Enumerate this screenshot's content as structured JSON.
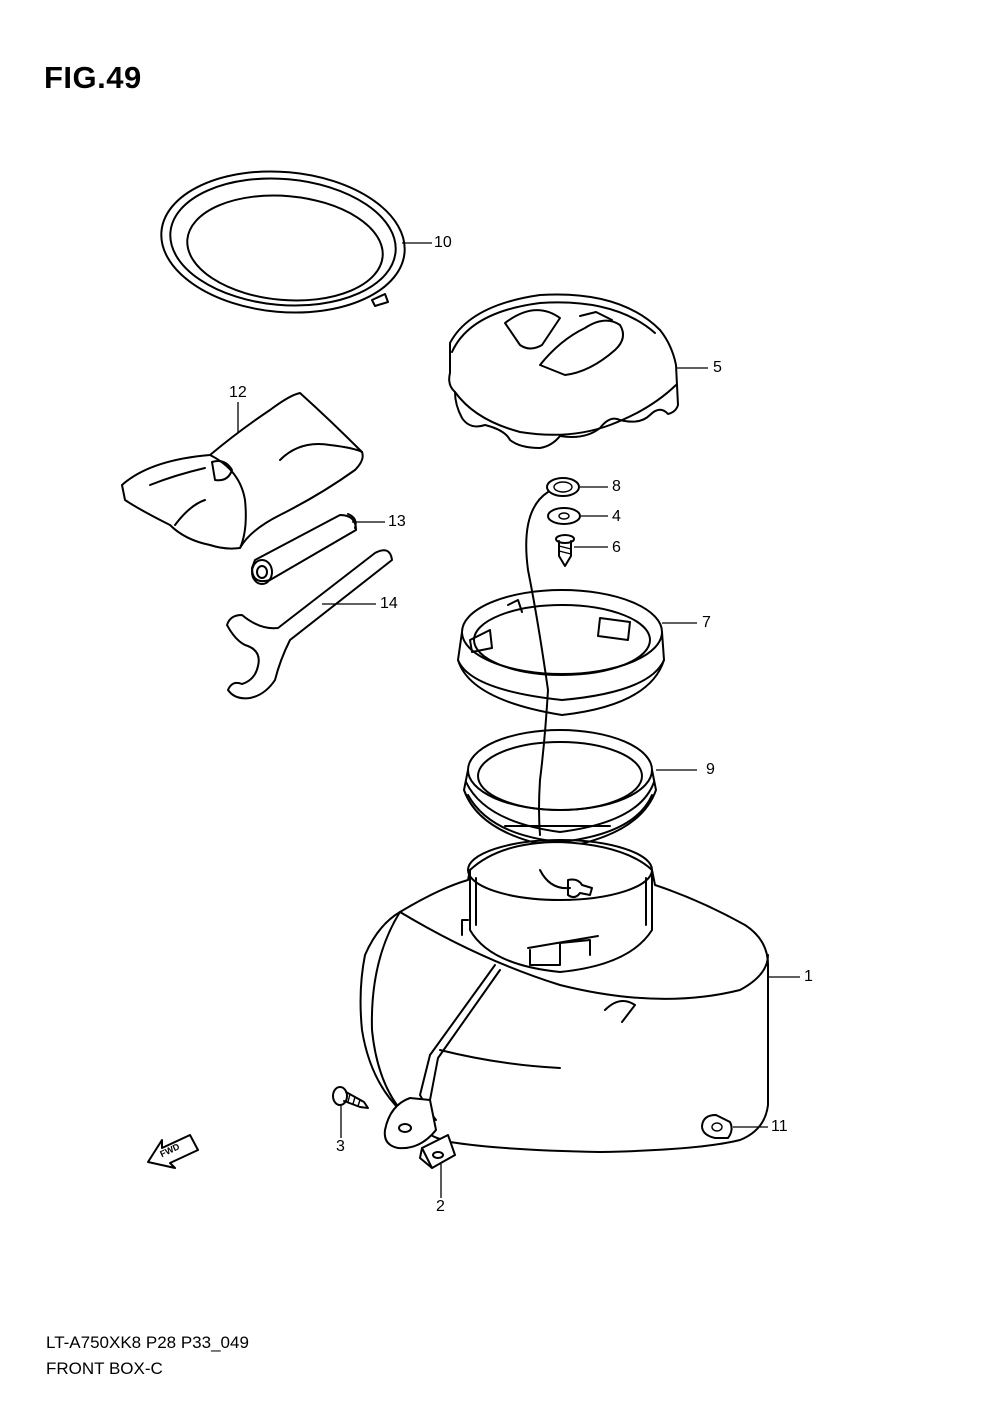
{
  "figure": {
    "title": "FIG.49"
  },
  "callouts": {
    "c1": "1",
    "c2": "2",
    "c3": "3",
    "c4": "4",
    "c5": "5",
    "c6": "6",
    "c7": "7",
    "c8": "8",
    "c9": "9",
    "c10": "10",
    "c11": "11",
    "c12": "12",
    "c13": "13",
    "c14": "14"
  },
  "direction_marker": {
    "label": "FWD"
  },
  "footer": {
    "model_code": "LT-A750XK8 P28 P33_049",
    "section_name": "FRONT BOX-C"
  }
}
